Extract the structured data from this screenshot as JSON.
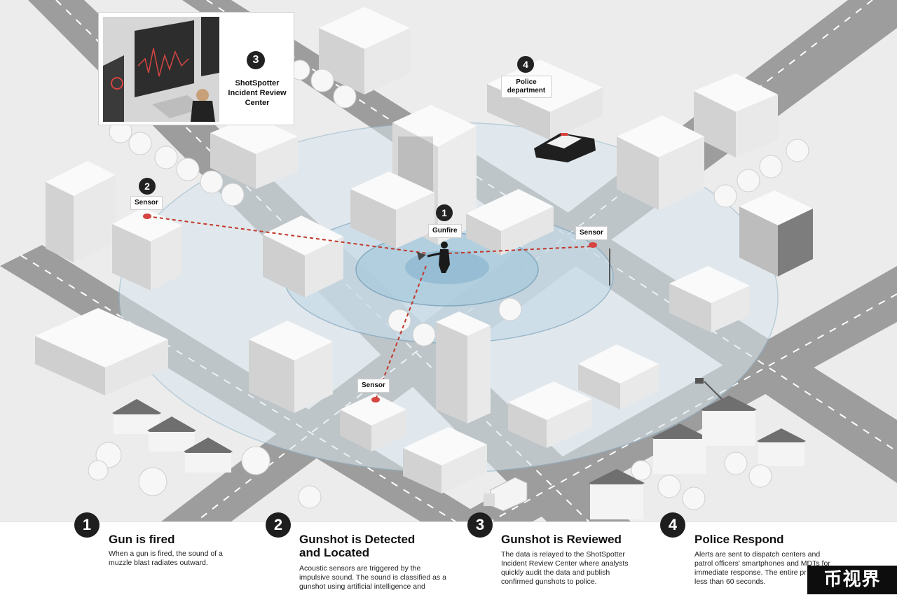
{
  "colors": {
    "background": "#ececec",
    "road": "#9a9a9a",
    "building": "#f6f6f6",
    "coverage": "#cfe2ee",
    "sensor": "#d64541",
    "signal_line": "#c0392b",
    "badge": "#222222"
  },
  "inset": {
    "number": "3",
    "label": "ShotSpotter Incident Review Center"
  },
  "callouts": {
    "gunfire": {
      "number": "1",
      "label": "Gunfire"
    },
    "sensor_left": {
      "number": "2",
      "label": "Sensor"
    },
    "sensor_right": {
      "label": "Sensor"
    },
    "sensor_bottom": {
      "label": "Sensor"
    },
    "police": {
      "number": "4",
      "label": "Police department"
    }
  },
  "steps": [
    {
      "number": "1",
      "title": "Gun is fired",
      "text": "When a gun is fired, the sound of a muzzle blast radiates outward."
    },
    {
      "number": "2",
      "title": "Gunshot is Detected and Located",
      "text": "Acoustic sensors are triggered by the impulsive sound. The sound is classified as a gunshot using artificial intelligence and"
    },
    {
      "number": "3",
      "title": "Gunshot is Reviewed",
      "text": "The data is relayed to the ShotSpotter Incident Review Center where analysts quickly audit the data and publish confirmed gunshots to police."
    },
    {
      "number": "4",
      "title": "Police Respond",
      "text": "Alerts are sent to dispatch centers and patrol officers' smartphones and MDTs for immediate response. The entire pr takes less than 60 seconds."
    }
  ],
  "watermark": "币视界"
}
